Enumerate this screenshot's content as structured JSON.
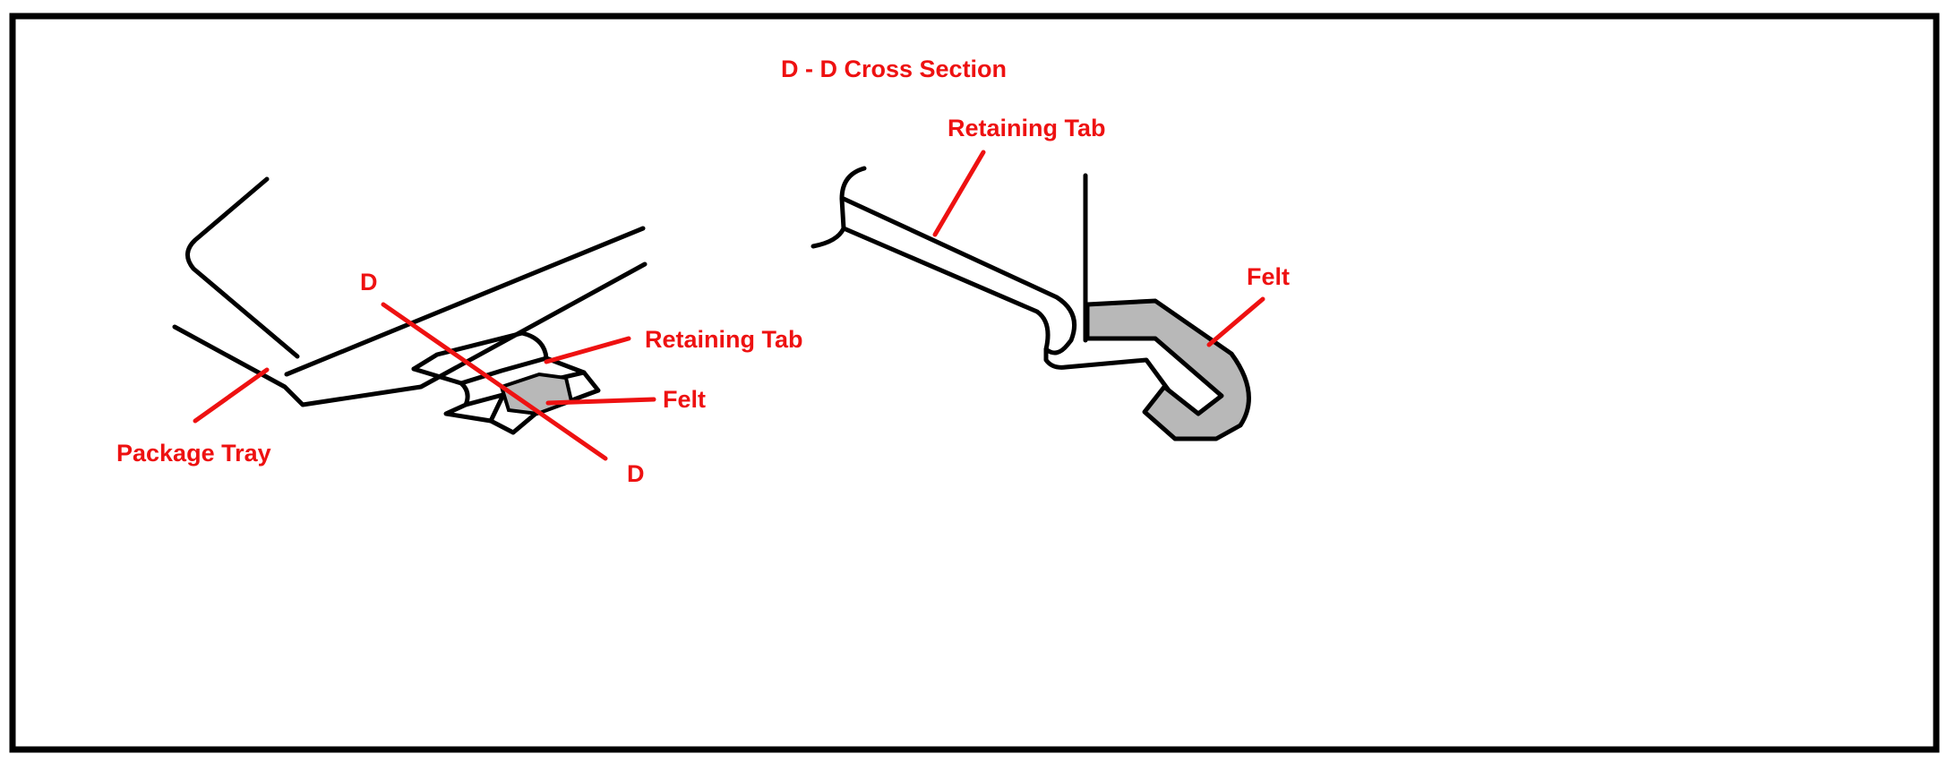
{
  "colors": {
    "label": "#ee1111",
    "outline": "#000000",
    "felt": "#b8b8b8",
    "background": "#ffffff"
  },
  "left_view": {
    "package_tray_label": "Package Tray",
    "retaining_tab_label": "Retaining Tab",
    "felt_label": "Felt",
    "section_mark_top": "D",
    "section_mark_bottom": "D"
  },
  "right_view": {
    "title": "D - D Cross Section",
    "retaining_tab_label": "Retaining Tab",
    "felt_label": "Felt"
  }
}
